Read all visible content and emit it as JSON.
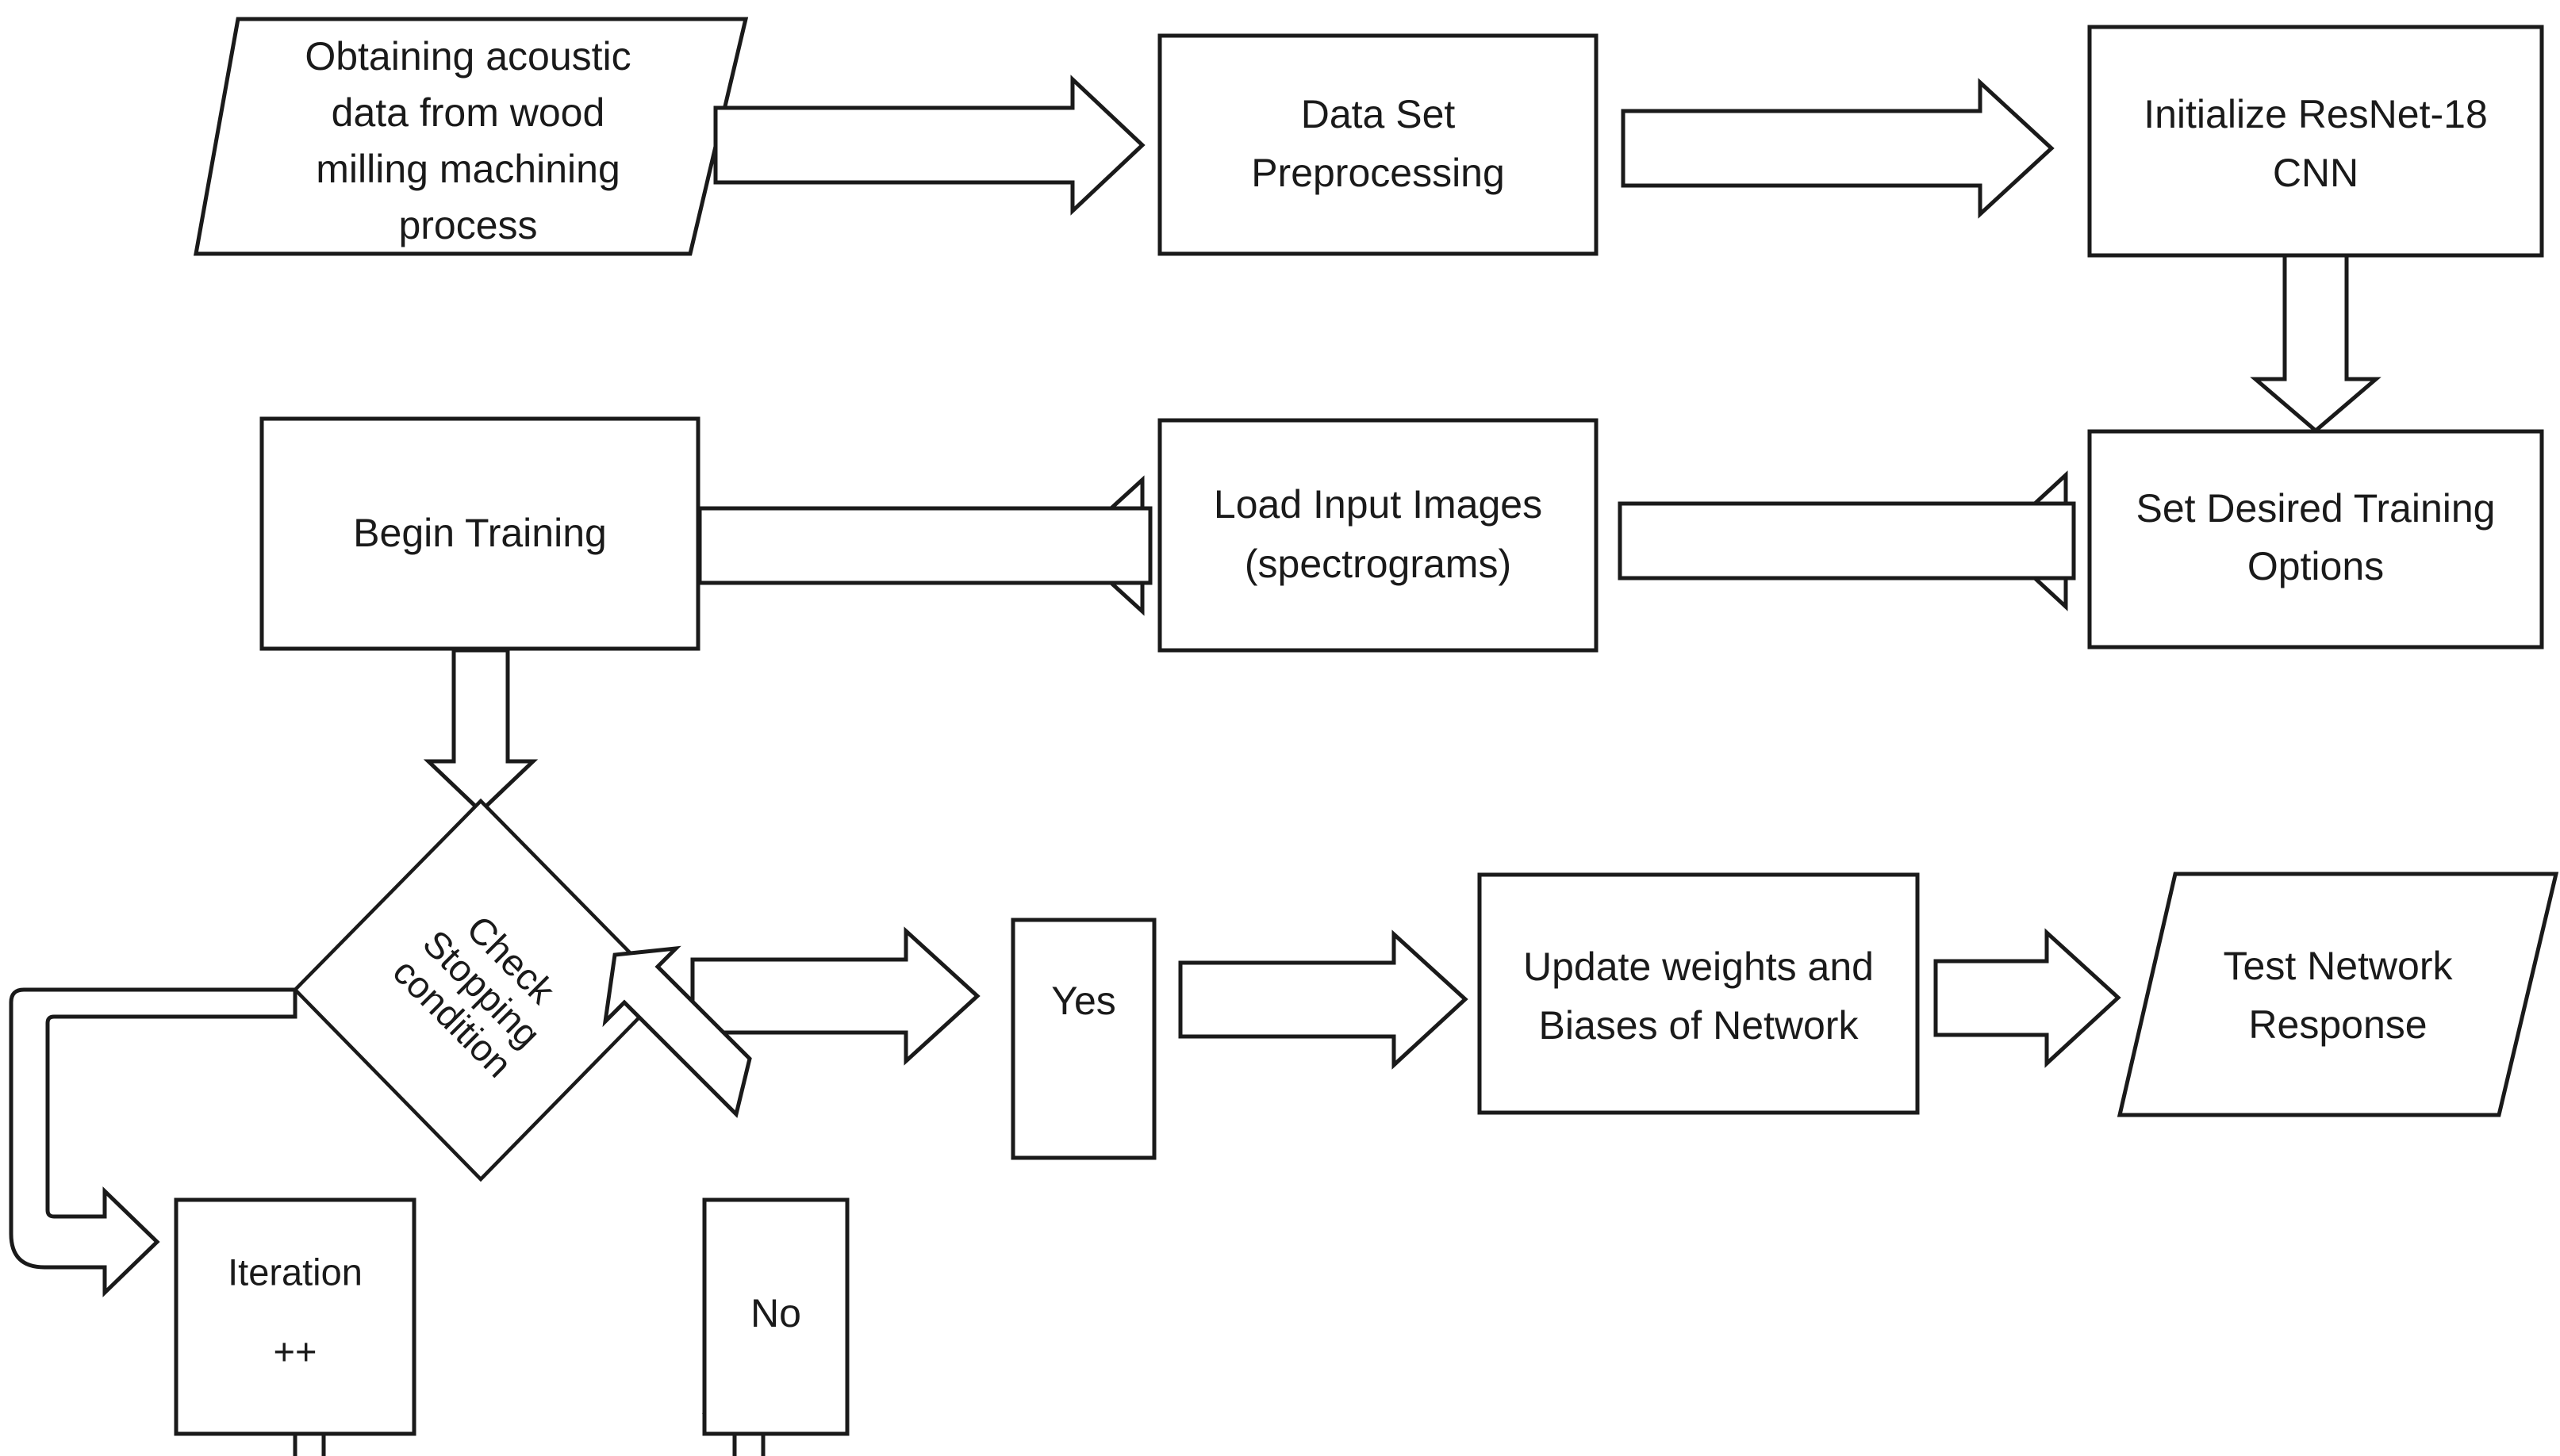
{
  "diagram": {
    "title": "CNN training workflow flowchart",
    "background_color": "#ffffff",
    "line_color": "#1a1a1a",
    "nodes": {
      "acquire": {
        "shape": "parallelogram",
        "lines": [
          "Obtaining acoustic",
          "data from wood",
          "milling machining",
          "process"
        ]
      },
      "preprocess": {
        "shape": "rectangle",
        "lines": [
          "Data Set",
          "Preprocessing"
        ]
      },
      "init_cnn": {
        "shape": "rectangle",
        "lines": [
          "Initialize ResNet-18",
          "CNN"
        ]
      },
      "training_options": {
        "shape": "rectangle",
        "lines": [
          "Set Desired Training",
          "Options"
        ]
      },
      "load_images": {
        "shape": "rectangle",
        "lines": [
          "Load Input Images",
          "(spectrograms)"
        ]
      },
      "begin_training": {
        "shape": "rectangle",
        "lines": [
          "Begin Training"
        ]
      },
      "check_stopping": {
        "shape": "diamond",
        "lines": [
          "Check",
          "Stopping",
          "condition"
        ],
        "text_rotation_deg": 45
      },
      "yes": {
        "shape": "rectangle",
        "lines": [
          "Yes"
        ]
      },
      "no": {
        "shape": "rectangle",
        "lines": [
          "No"
        ]
      },
      "update_weights": {
        "shape": "rectangle",
        "lines": [
          "Update weights and",
          "Biases of Network"
        ]
      },
      "test_response": {
        "shape": "parallelogram",
        "lines": [
          "Test Network",
          "Response"
        ]
      },
      "iteration": {
        "shape": "rectangle",
        "lines": [
          "Iteration",
          "++"
        ]
      }
    },
    "edges": [
      {
        "name": "acquire-to-preprocess",
        "from": "acquire",
        "to": "preprocess",
        "direction": "right",
        "style": "block-arrow"
      },
      {
        "name": "preprocess-to-init",
        "from": "preprocess",
        "to": "init_cnn",
        "direction": "right",
        "style": "block-arrow"
      },
      {
        "name": "init-to-options",
        "from": "init_cnn",
        "to": "training_options",
        "direction": "down",
        "style": "block-arrow"
      },
      {
        "name": "options-to-load",
        "from": "training_options",
        "to": "load_images",
        "direction": "left",
        "style": "block-arrow"
      },
      {
        "name": "load-to-begin",
        "from": "load_images",
        "to": "begin_training",
        "direction": "left",
        "style": "block-arrow"
      },
      {
        "name": "begin-to-check",
        "from": "begin_training",
        "to": "check_stopping",
        "direction": "down",
        "style": "block-arrow"
      },
      {
        "name": "check-to-yes",
        "from": "check_stopping",
        "to": "yes",
        "direction": "right",
        "style": "block-arrow"
      },
      {
        "name": "yes-to-update",
        "from": "yes",
        "to": "update_weights",
        "direction": "right",
        "style": "block-arrow"
      },
      {
        "name": "update-to-test",
        "from": "update_weights",
        "to": "test_response",
        "direction": "right",
        "style": "block-arrow"
      },
      {
        "name": "check-to-iteration",
        "from": "check_stopping",
        "to": "iteration",
        "direction": "left-down-right",
        "style": "bent-block-arrow"
      },
      {
        "name": "iteration-to-no",
        "from": "iteration",
        "to": "no",
        "direction": "down-right-up",
        "style": "bent-line-arrow"
      },
      {
        "name": "no-to-check",
        "from": "no",
        "to": "check_stopping",
        "direction": "up-left-diagonal",
        "style": "block-arrow"
      }
    ]
  }
}
